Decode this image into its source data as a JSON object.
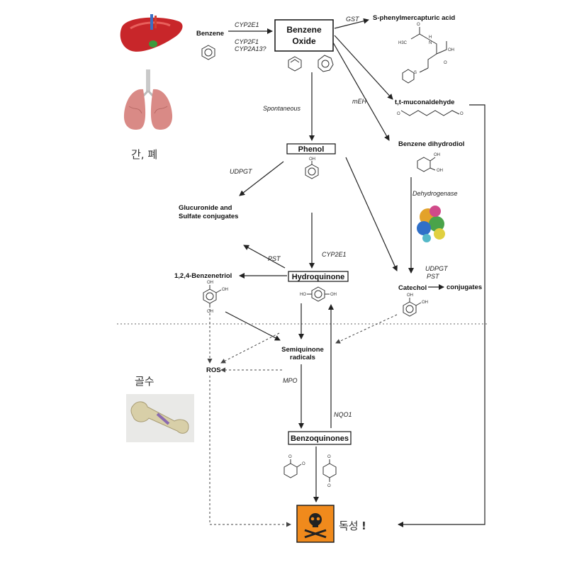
{
  "nodes": {
    "benzene": "Benzene",
    "benzene_oxide_line1": "Benzene",
    "benzene_oxide_line2": "Oxide",
    "s_phenyl": "S-phenylmercapturic acid",
    "muconaldehyde": "t,t-muconaldehyde",
    "dihydrodiol": "Benzene dihydrodiol",
    "phenol": "Phenol",
    "glucuronide_line1": "Glucuronide and",
    "glucuronide_line2": "Sulfate conjugates",
    "benzenetriol": "1,2,4-Benzenetriol",
    "hydroquinone": "Hydroquinone",
    "catechol": "Catechol",
    "conjugates": "conjugates",
    "semiquinone_line1": "Semiquinone",
    "semiquinone_line2": "radicals",
    "ros": "ROS",
    "benzoquinones": "Benzoquinones"
  },
  "enzymes": {
    "cyp2e1_a": "CYP2E1",
    "cyp2f1": "CYP2F1",
    "cyp2a13": "CYP2A13?",
    "gst": "GST",
    "meh": "mEH",
    "spontaneous": "Spontaneous",
    "udpgt_a": "UDPGT",
    "dehydrogenase": "Dehydrogenase",
    "pst_a": "PST",
    "cyp2e1_b": "CYP2E1",
    "udpgt_b": "UDPGT",
    "pst_b": "PST",
    "mpo": "MPO",
    "nqo1": "NQO1"
  },
  "chem_labels": {
    "oh": "OH",
    "o": "O",
    "n": "N",
    "h": "H",
    "s": "S",
    "h3c": "H3C",
    "ho": "HO"
  },
  "organs": {
    "liver_lung": "간, 폐",
    "bone_marrow": "골수"
  },
  "toxicity": {
    "label": "독성",
    "mark": "!"
  },
  "colors": {
    "liver": "#c8262a",
    "lung": "#d98a86",
    "toxic_box": "#f08a1c",
    "bone": "#d8cfa8"
  }
}
